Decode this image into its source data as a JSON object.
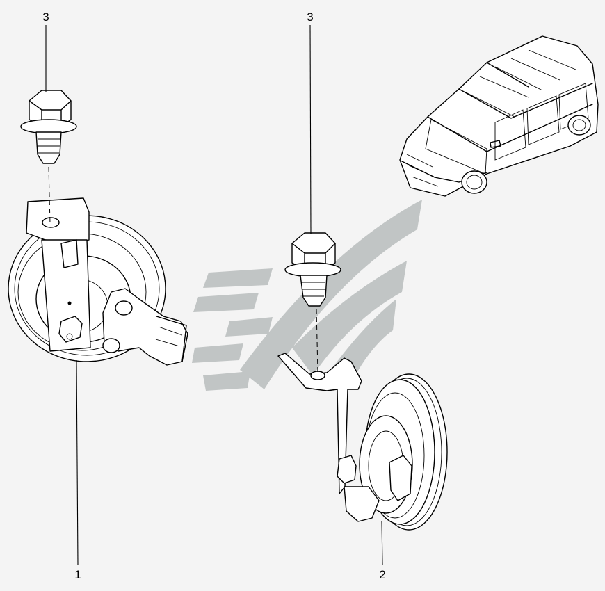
{
  "callouts": {
    "bolt_left": "3",
    "bolt_right": "3",
    "horn_left": "1",
    "horn_right": "2"
  },
  "colors": {
    "background": "#f4f4f4",
    "watermark": "#b9bdbd",
    "line": "#000000"
  },
  "icons": {
    "watermark": "stylized-lada-logo",
    "vehicle": "station-wagon-car-icon"
  }
}
